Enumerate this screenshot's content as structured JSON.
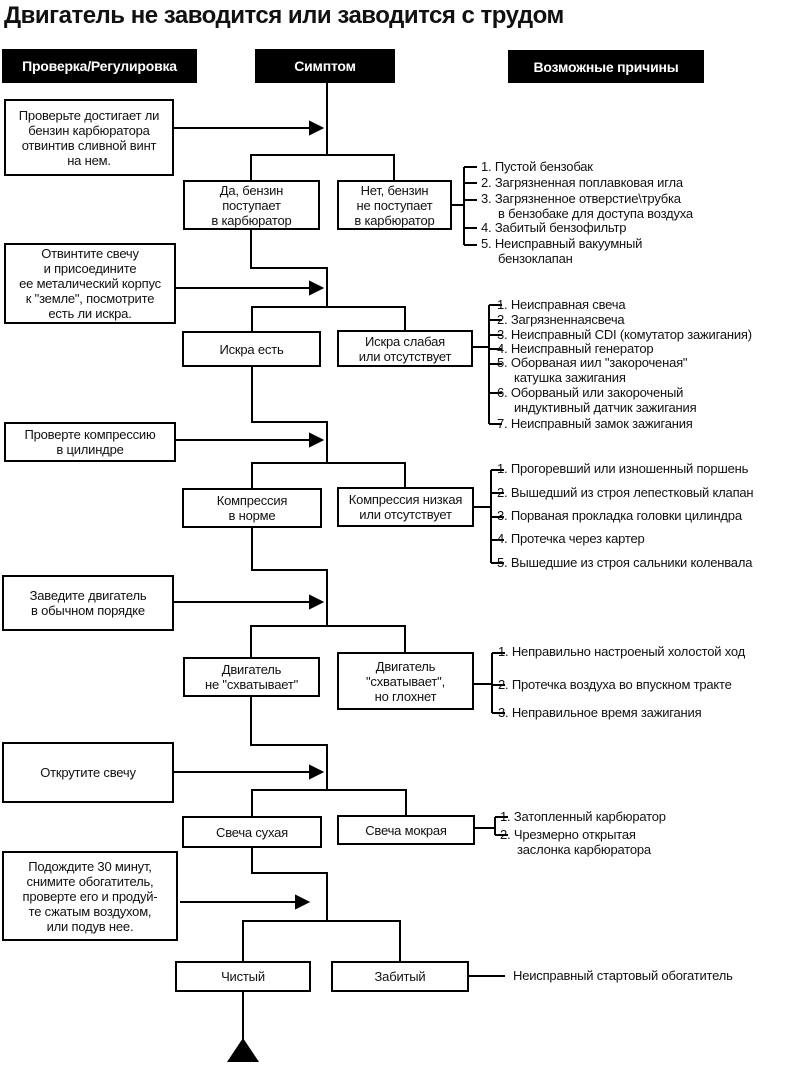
{
  "title": "Двигатель не заводится или заводится с трудом",
  "colors": {
    "line": "#000000",
    "header_bg": "#000000",
    "header_text": "#ffffff"
  },
  "headers": [
    {
      "label": "Проверка/Регулировка"
    },
    {
      "label": "Симптом"
    },
    {
      "label": "Возможные причины"
    }
  ],
  "checks": [
    {
      "text": "Проверьте достигает ли\nбензин карбюратора\nотвинтив сливной винт\nна нем."
    },
    {
      "text": "Отвинтите свечу\nи присоедините\nее металический корпус\nк \"земле\", посмотрите\nесть ли искра."
    },
    {
      "text": "Проверте компрессию\nв цилиндре"
    },
    {
      "text": "Заведите двигатель\nв обычном порядке"
    },
    {
      "text": "Открутите свечу"
    },
    {
      "text": "Подождите 30 минут,\nснимите обогатитель,\nпроверте его и продуй-\nте сжатым воздухом,\nили подув нее."
    }
  ],
  "symptoms": [
    {
      "text": "Да, бензин\nпоступает\nв карбюратор"
    },
    {
      "text": "Нет, бензин\nне поступает\nв карбюратор"
    },
    {
      "text": "Искра есть"
    },
    {
      "text": "Искра слабая\nили отсутствует"
    },
    {
      "text": "Компрессия\nв норме"
    },
    {
      "text": "Компрессия низкая\nили отсутствует"
    },
    {
      "text": "Двигатель\nне \"схватывает\""
    },
    {
      "text": "Двигатель\n\"схватывает\",\nно глохнет"
    },
    {
      "text": "Свеча сухая"
    },
    {
      "text": "Свеча мокрая"
    },
    {
      "text": "Чистый"
    },
    {
      "text": "Забитый"
    }
  ],
  "causes": [
    {
      "items": [
        "1. Пустой бензобак",
        "2. Загрязненная поплавковая игла",
        "3. Загрязненное отверстие\\трубка\nв бензобаке для доступа воздуха",
        "4. Забитый бензофильтр",
        "5. Неисправный вакуумный\nбензоклапан"
      ]
    },
    {
      "items": [
        "1. Неисправная свеча",
        "2. Загрязненнаясвеча",
        "3. Неисправный CDI (комутатор зажигания)",
        "4. Неисправный генератор",
        "5. Оборваная иил \"закороченая\"\nкатушка зажигания",
        "6. Оборваный или закороченый\nиндуктивный датчик зажигания",
        "7. Неисправный замок зажигания"
      ]
    },
    {
      "items": [
        "1. Прогоревший или изношенный поршень",
        "2. Вышедший из строя лепестковый клапан",
        "3. Порваная прокладка головки цилиндра",
        "4. Протечка через картер",
        "5. Вышедшие из строя сальники коленвала"
      ]
    },
    {
      "items": [
        "1. Неправильно настроеный холостой ход",
        "2. Протечка воздуха во впускном тракте",
        "3. Неправильное время зажигания"
      ]
    },
    {
      "items": [
        "1. Затопленный карбюратор",
        "2. Чрезмерно открытая\nзаслонка карбюратора"
      ]
    },
    {
      "items": [
        "Неисправный стартовый обогатитель"
      ]
    }
  ]
}
